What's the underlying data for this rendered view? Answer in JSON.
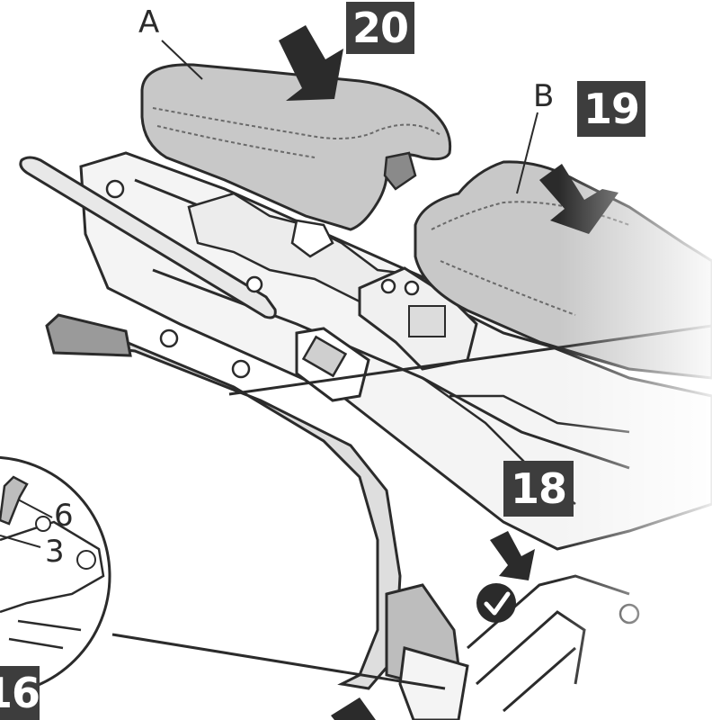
{
  "steps": {
    "step_20": "20",
    "step_19": "19",
    "step_18": "18",
    "step_16": "16"
  },
  "callouts": {
    "part_a": "A",
    "part_b": "B",
    "part_6": "6",
    "part_3": "3"
  },
  "icons": {
    "arrow_20": "down-arrow-icon",
    "arrow_19": "down-arrow-icon",
    "arrow_18": "down-arrow-icon",
    "check": "checkmark-icon"
  },
  "colors": {
    "badge": "#3d3d3d",
    "seat": "#c8c8c8",
    "line": "#2b2b2b"
  }
}
